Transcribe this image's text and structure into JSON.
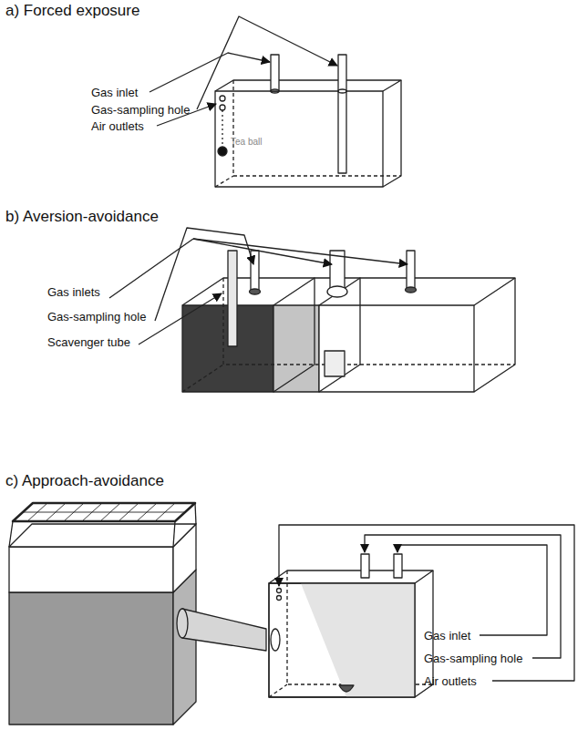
{
  "diagram": {
    "labels": [
      "a) Forced exposure",
      "Gas inlet",
      "Gas-sampling hole",
      "Air outlets",
      "Tea ball",
      "b) Aversion-avoidance",
      "Gas inlets",
      "Gas-sampling hole",
      "Scavenger tube",
      "c) Approach-avoidance",
      "Gas inlet",
      "Gas-sampling hole",
      "Air outlets"
    ]
  }
}
